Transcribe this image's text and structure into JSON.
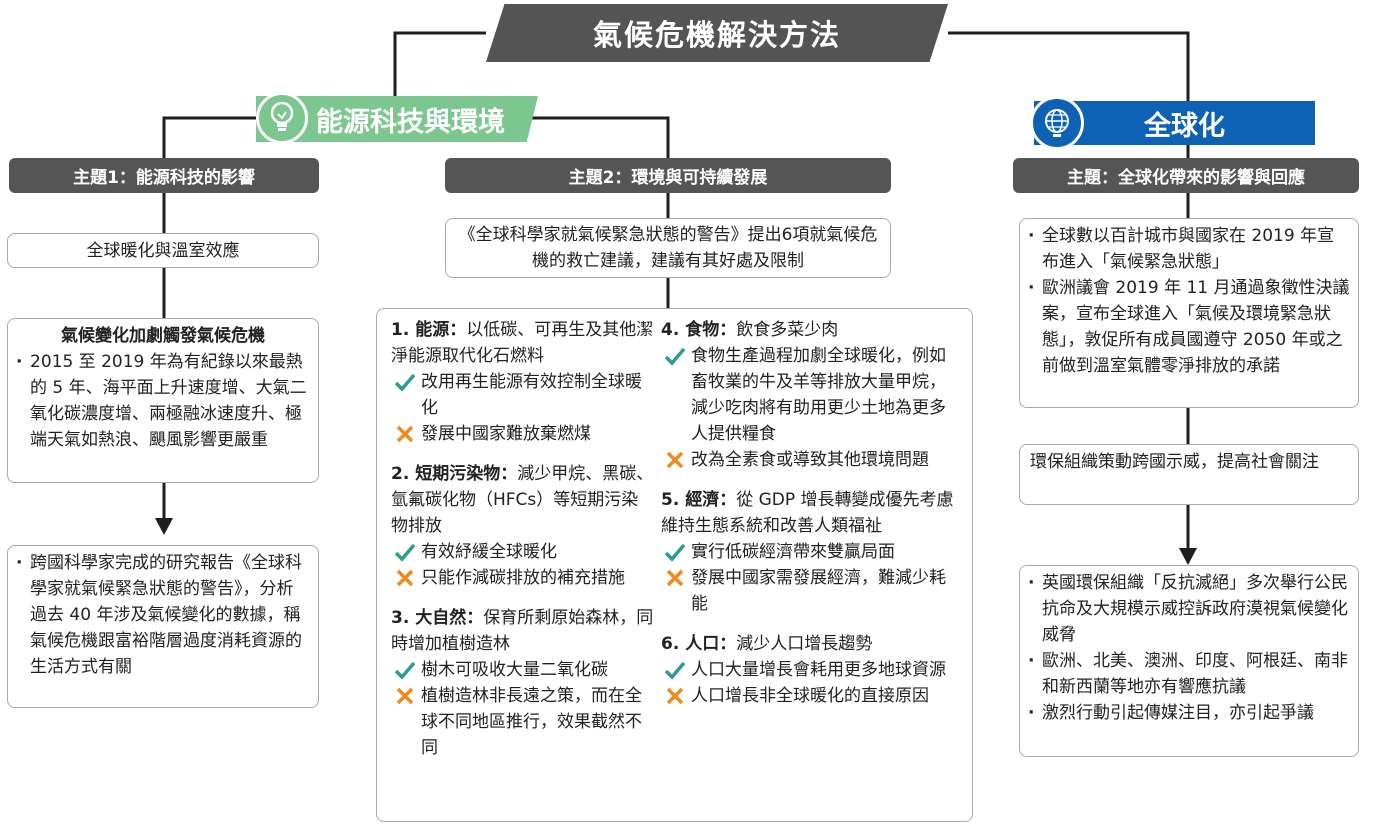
{
  "title": "氣候危機解決方法",
  "colors": {
    "green": "#7cc790",
    "blue": "#0d62b5",
    "dark": "#555555",
    "check": "#2a9d8f",
    "cross": "#ef8a1e"
  },
  "left_category": {
    "label": "能源科技與環境",
    "icon": "lightbulb-icon"
  },
  "right_category": {
    "label": "全球化",
    "icon": "globe-icon"
  },
  "topic1": {
    "label": "主題1：能源科技的影響",
    "box1": "全球暖化與溫室效應",
    "box2_heading": "氣候變化加劇觸發氣候危機",
    "box2_bullet": "2015 至 2019 年為有紀錄以來最熱的 5 年、海平面上升速度增、大氣二氧化碳濃度增、兩極融冰速度升、極端天氣如熱浪、颶風影響更嚴重",
    "box3_bullet": "跨國科學家完成的研究報告《全球科學家就氣候緊急狀態的警告》，分析過去 40 年涉及氣候變化的數據，稱氣候危機跟富裕階層過度消耗資源的生活方式有關"
  },
  "topic2": {
    "label": "主題2：環境與可持續發展",
    "intro": "《全球科學家就氣候緊急狀態的警告》提出6項就氣候危機的救亡建議，建議有其好處及限制",
    "measures": [
      {
        "head": "1. 能源：",
        "desc": "以低碳、可再生及其他潔淨能源取代化石燃料",
        "pros": "改用再生能源有效控制全球暖化",
        "cons": "發展中國家難放棄燃煤"
      },
      {
        "head": "2. 短期污染物：",
        "desc": "減少甲烷、黑碳、氫氟碳化物（HFCs）等短期污染物排放",
        "pros": "有效紓緩全球暖化",
        "cons": "只能作減碳排放的補充措施"
      },
      {
        "head": "3. 大自然：",
        "desc": "保育所剩原始森林，同時增加植樹造林",
        "pros": "樹木可吸收大量二氧化碳",
        "cons": "植樹造林非長遠之策，而在全球不同地區推行，效果截然不同"
      },
      {
        "head": "4. 食物：",
        "desc": "飲食多菜少肉",
        "pros": "食物生產過程加劇全球暖化，例如畜牧業的牛及羊等排放大量甲烷，減少吃肉將有助用更少土地為更多人提供糧食",
        "cons": "改為全素食或導致其他環境問題"
      },
      {
        "head": "5. 經濟：",
        "desc": "從 GDP 增長轉變成優先考慮維持生態系統和改善人類福祉",
        "pros": "實行低碳經濟帶來雙贏局面",
        "cons": "發展中國家需發展經濟，難減少耗能"
      },
      {
        "head": "6. 人口：",
        "desc": "減少人口增長趨勢",
        "pros": "人口大量增長會耗用更多地球資源",
        "cons": "人口增長非全球暖化的直接原因"
      }
    ]
  },
  "topic3": {
    "label": "主題：全球化帶來的影響與回應",
    "box1_bullets": [
      "全球數以百計城市與國家在 2019 年宣布進入「氣候緊急狀態」",
      "歐洲議會 2019 年 11 月通過象徵性決議案，宣布全球進入「氣候及環境緊急狀態」，敦促所有成員國遵守 2050 年或之前做到溫室氣體零淨排放的承諾"
    ],
    "box2": "環保組織策動跨國示威，提高社會關注",
    "box3_bullets": [
      "英國環保組織「反抗滅絕」多次舉行公民抗命及大規模示威控訴政府漠視氣候變化威脅",
      "歐洲、北美、澳洲、印度、阿根廷、南非和新西蘭等地亦有響應抗議",
      "激烈行動引起傳媒注目，亦引起爭議"
    ]
  }
}
